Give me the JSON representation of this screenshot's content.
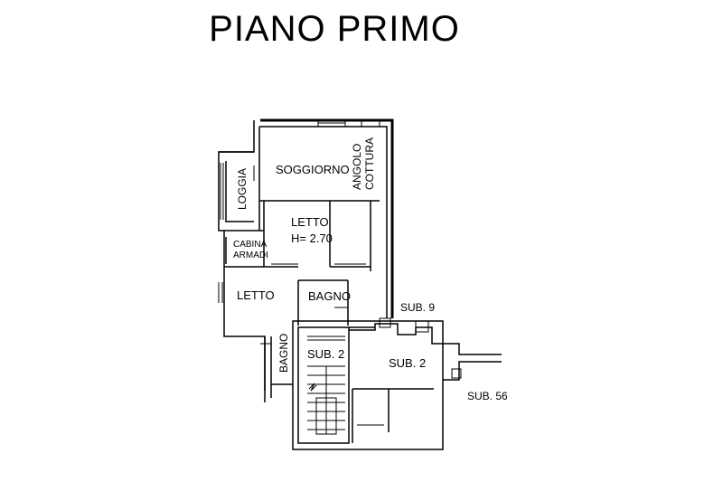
{
  "title": "PIANO PRIMO",
  "rooms": {
    "soggiorno": "SOGGIORNO",
    "angolo": "ANGOLO",
    "cottura": "COTTURA",
    "loggia": "LOGGIA",
    "letto1": "LETTO",
    "letto1_height": "H= 2.70",
    "cabina": "CABINA",
    "armadi": "ARMADI",
    "letto2": "LETTO",
    "bagno1": "BAGNO",
    "bagno2": "BAGNO",
    "sub2_stair": "SUB. 2",
    "sub2_landing": "SUB. 2",
    "sub9": "SUB. 9",
    "sub56": "SUB. 56"
  }
}
